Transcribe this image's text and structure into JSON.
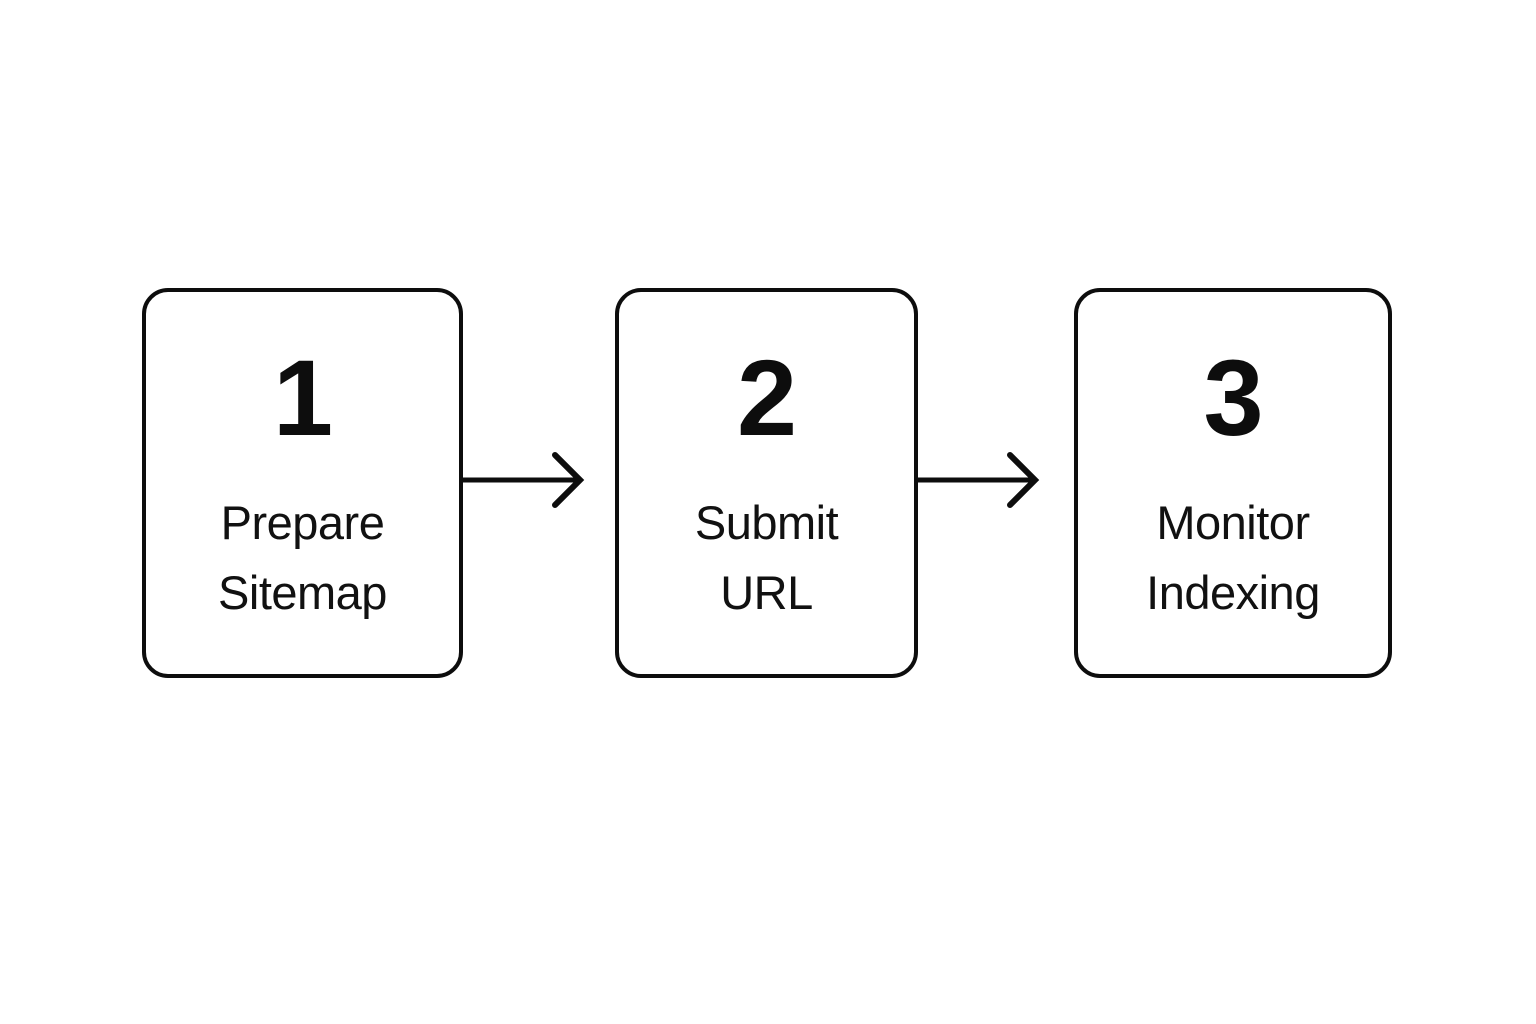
{
  "diagram": {
    "type": "flowchart",
    "orientation": "horizontal",
    "background_color": "#ffffff",
    "stroke_color": "#0d0d0d",
    "text_color": "#111111",
    "steps": [
      {
        "number": "1",
        "label": "Prepare\nSitemap",
        "label_line1": "Prepare",
        "label_line2": "Sitemap"
      },
      {
        "number": "2",
        "label": "Submit\nURL",
        "label_line1": "Submit",
        "label_line2": "URL"
      },
      {
        "number": "3",
        "label": "Monitor\nIndexing",
        "label_line1": "Monitor",
        "label_line2": "Indexing"
      }
    ],
    "connectors": [
      {
        "from": "1",
        "to": "2",
        "style": "arrow-right"
      },
      {
        "from": "2",
        "to": "3",
        "style": "arrow-right"
      }
    ]
  }
}
